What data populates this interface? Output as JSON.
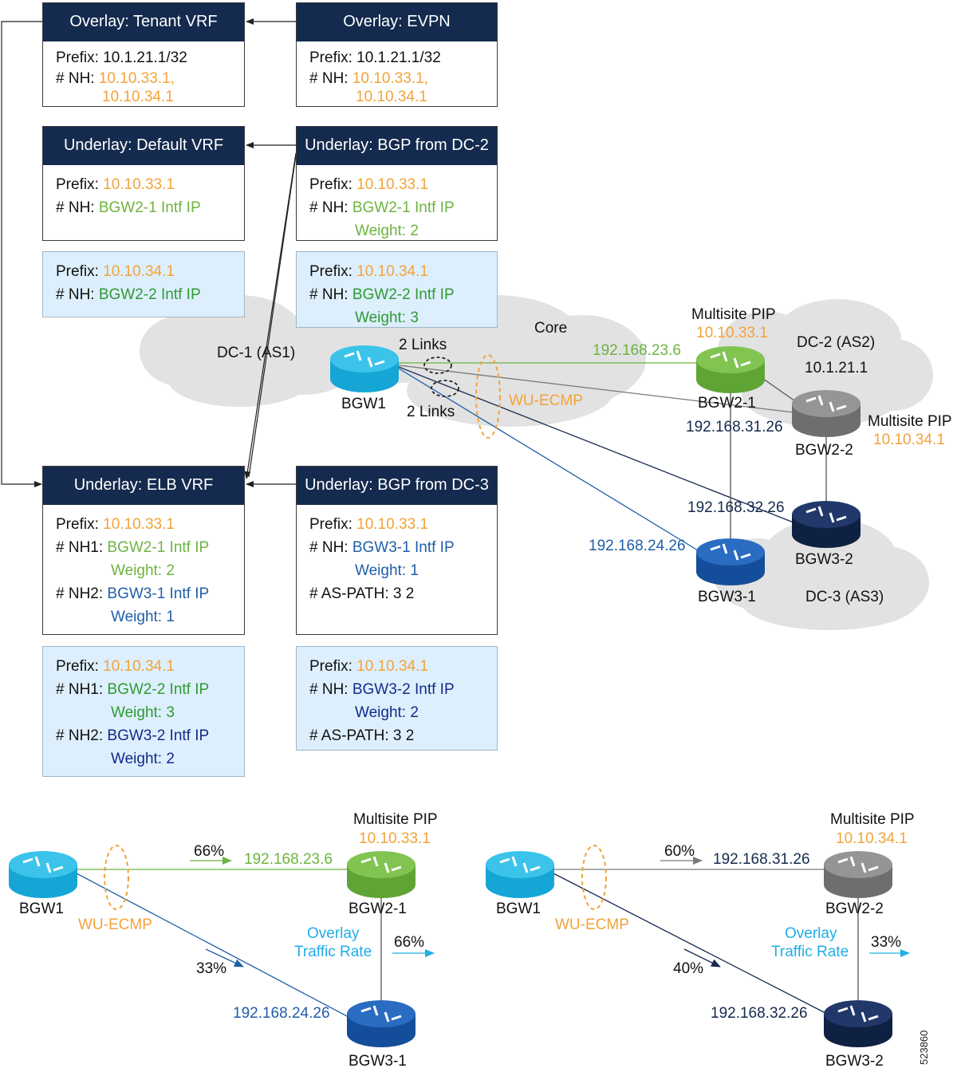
{
  "colors": {
    "header": "#142a4e",
    "orange": "#f2a33a",
    "green_light": "#6db33f",
    "green_dark": "#2e9a34",
    "blue": "#1f5ea8",
    "navy": "#142a4e",
    "cyan": "#1eaee8",
    "gray": "#7a7a7a",
    "blue_box": "#ddeffc",
    "cloud": "#e2e2e2"
  },
  "tables": {
    "tenant": {
      "title": "Overlay: Tenant VRF",
      "prefix_label": "Prefix:",
      "prefix": "10.1.21.1/32",
      "nh_label": "# NH:",
      "nh1": "10.10.33.1,",
      "nh2": "10.10.34.1"
    },
    "evpn": {
      "title": "Overlay: EVPN",
      "prefix_label": "Prefix:",
      "prefix": "10.1.21.1/32",
      "nh_label": "# NH:",
      "nh1": "10.10.33.1,",
      "nh2": "10.10.34.1"
    },
    "default_vrf": {
      "title": "Underlay: Default VRF",
      "a": {
        "prefix_label": "Prefix:",
        "prefix": "10.10.33.1",
        "nh_label": "# NH:",
        "nh": "BGW2-1 Intf IP"
      },
      "b": {
        "prefix_label": "Prefix:",
        "prefix": "10.10.34.1",
        "nh_label": "# NH:",
        "nh": "BGW2-2 Intf IP"
      }
    },
    "bgp_dc2": {
      "title": "Underlay: BGP from DC-2",
      "a": {
        "prefix_label": "Prefix:",
        "prefix": "10.10.33.1",
        "nh_label": "# NH:",
        "nh": "BGW2-1 Intf IP",
        "weight": "Weight: 2"
      },
      "b": {
        "prefix_label": "Prefix:",
        "prefix": "10.10.34.1",
        "nh_label": "# NH:",
        "nh": "BGW2-2 Intf IP",
        "weight": "Weight: 3"
      }
    },
    "elb_vrf": {
      "title": "Underlay: ELB VRF",
      "a": {
        "prefix_label": "Prefix:",
        "prefix": "10.10.33.1",
        "nh1_label": "# NH1:",
        "nh1": "BGW2-1 Intf IP",
        "w1": "Weight: 2",
        "nh2_label": "# NH2:",
        "nh2": "BGW3-1 Intf IP",
        "w2": "Weight: 1"
      },
      "b": {
        "prefix_label": "Prefix:",
        "prefix": "10.10.34.1",
        "nh1_label": "# NH1:",
        "nh1": "BGW2-2 Intf IP",
        "w1": "Weight: 3",
        "nh2_label": "# NH2:",
        "nh2": "BGW3-2 Intf IP",
        "w2": "Weight: 2"
      }
    },
    "bgp_dc3": {
      "title": "Underlay: BGP from DC-3",
      "a": {
        "prefix_label": "Prefix:",
        "prefix": "10.10.33.1",
        "nh_label": "# NH:",
        "nh": "BGW3-1 Intf IP",
        "weight": "Weight: 1",
        "aspath": "# AS-PATH: 3 2"
      },
      "b": {
        "prefix_label": "Prefix:",
        "prefix": "10.10.34.1",
        "nh_label": "# NH:",
        "nh": "BGW3-2 Intf IP",
        "weight": "Weight: 2",
        "aspath": "# AS-PATH: 3 2"
      }
    }
  },
  "topology": {
    "dc1": "DC-1 (AS1)",
    "core": "Core",
    "dc2": "DC-2 (AS2)",
    "dc2_prefix": "10.1.21.1",
    "dc3": "DC-3 (AS3)",
    "links_top": "2 Links",
    "links_bottom": "2 Links",
    "wu_ecmp": "WU-ECMP",
    "pip1_label": "Multisite PIP",
    "pip1_ip": "10.10.33.1",
    "pip2_label": "Multisite PIP",
    "pip2_ip": "10.10.34.1",
    "ip_23_6": "192.168.23.6",
    "ip_31_26": "192.168.31.26",
    "ip_32_26": "192.168.32.26",
    "ip_24_26": "192.168.24.26",
    "bgw1": "BGW1",
    "bgw2_1": "BGW2-1",
    "bgw2_2": "BGW2-2",
    "bgw3_1": "BGW3-1",
    "bgw3_2": "BGW3-2"
  },
  "bottom_left": {
    "pip_label": "Multisite PIP",
    "pip_ip": "10.10.33.1",
    "bgw1": "BGW1",
    "bgw_top": "BGW2-1",
    "bgw_bottom": "BGW3-1",
    "wu_ecmp": "WU-ECMP",
    "top_pct": "66%",
    "top_ip": "192.168.23.6",
    "bottom_pct": "33%",
    "bottom_ip": "192.168.24.26",
    "overlay1": "Overlay",
    "overlay2": "Traffic Rate",
    "overlay_pct": "66%"
  },
  "bottom_right": {
    "pip_label": "Multisite PIP",
    "pip_ip": "10.10.34.1",
    "bgw1": "BGW1",
    "bgw_top": "BGW2-2",
    "bgw_bottom": "BGW3-2",
    "wu_ecmp": "WU-ECMP",
    "top_pct": "60%",
    "top_ip": "192.168.31.26",
    "bottom_pct": "40%",
    "bottom_ip": "192.168.32.26",
    "overlay1": "Overlay",
    "overlay2": "Traffic Rate",
    "overlay_pct": "33%"
  },
  "figure_id": "523860"
}
